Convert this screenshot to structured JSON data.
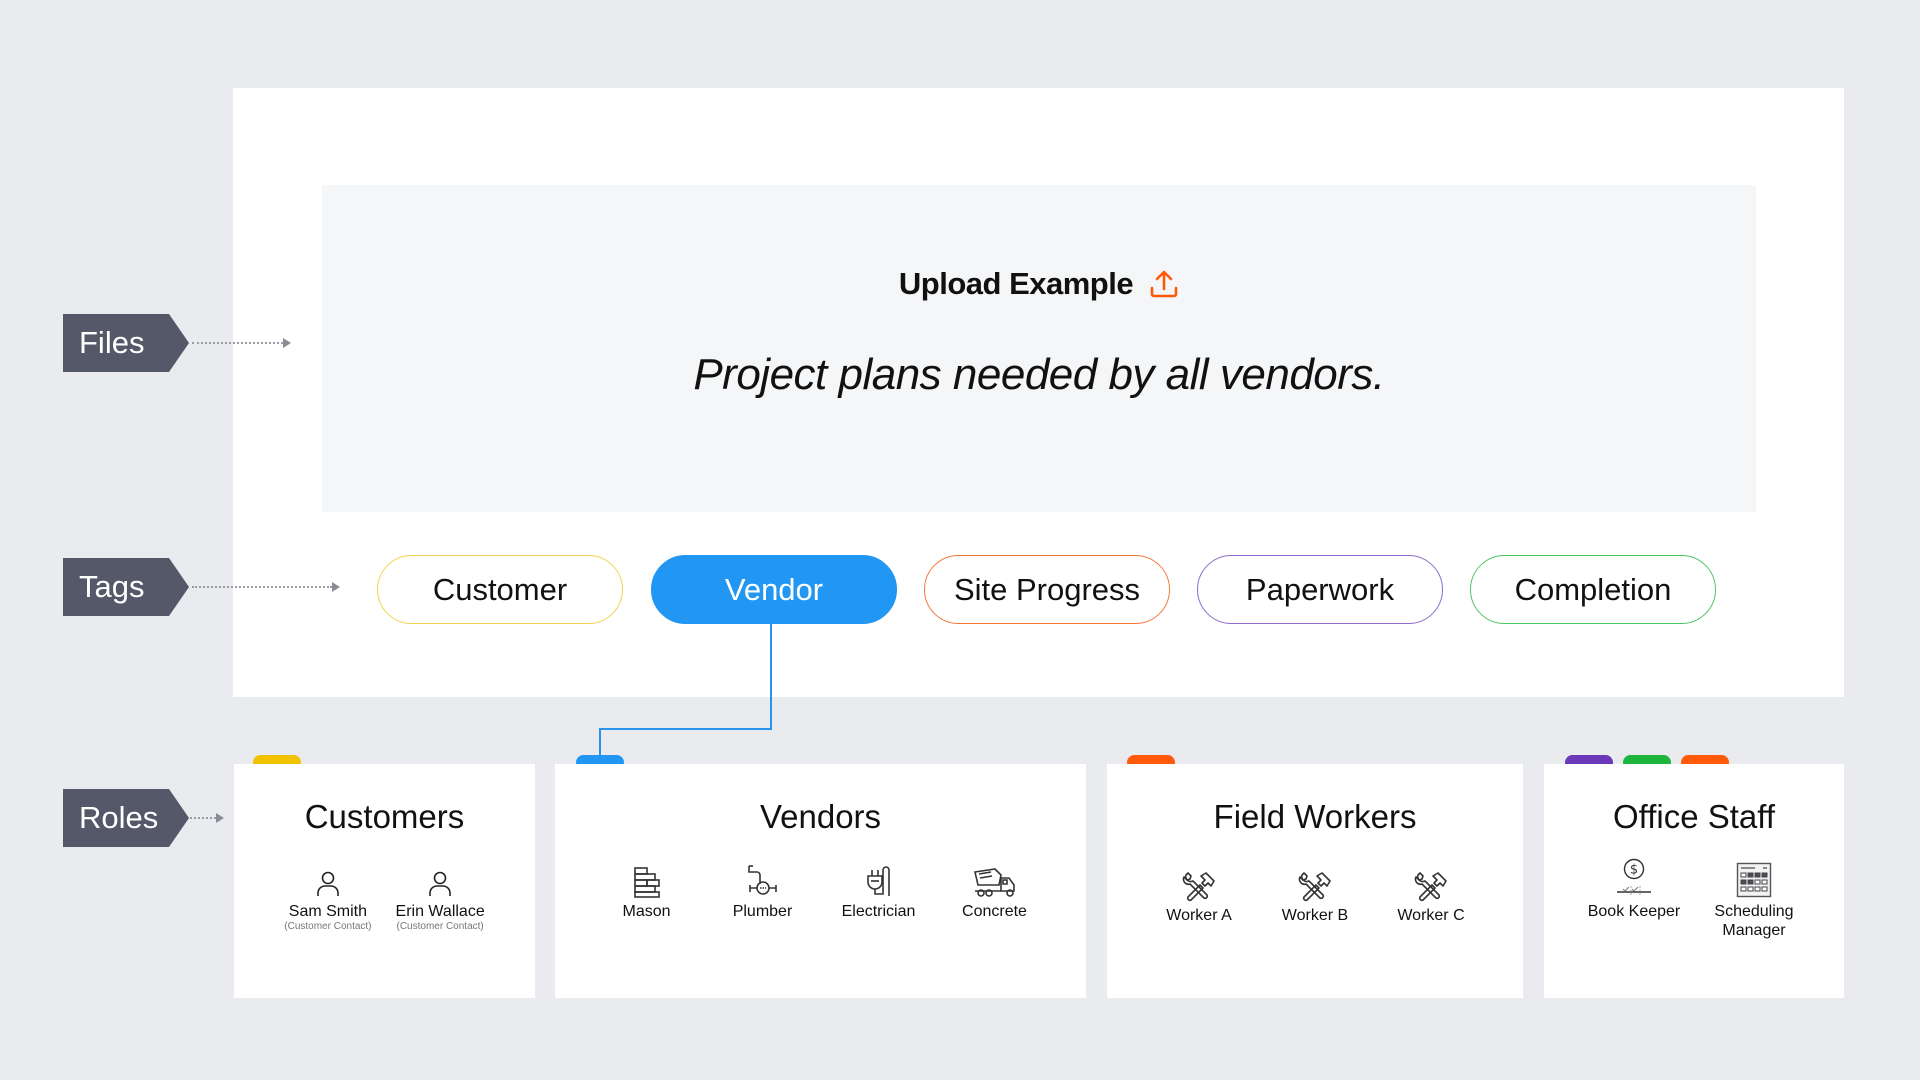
{
  "side_labels": {
    "files": "Files",
    "tags": "Tags",
    "roles": "Roles"
  },
  "upload": {
    "title": "Upload Example",
    "icon": "upload-icon",
    "description": "Project plans needed by all vendors."
  },
  "tags": [
    {
      "label": "Customer",
      "color": "#f2d34f",
      "active": false
    },
    {
      "label": "Vendor",
      "color": "#2196f3",
      "active": true
    },
    {
      "label": "Site Progress",
      "color": "#f5763a",
      "active": false
    },
    {
      "label": "Paperwork",
      "color": "#8e6bd1",
      "active": false
    },
    {
      "label": "Completion",
      "color": "#4fc463",
      "active": false
    }
  ],
  "roles": [
    {
      "title": "Customers",
      "chips": [
        "#f2c200"
      ],
      "items": [
        {
          "label": "Sam Smith",
          "sub": "(Customer Contact)",
          "icon": "person-icon"
        },
        {
          "label": "Erin Wallace",
          "sub": "(Customer Contact)",
          "icon": "person-icon"
        }
      ]
    },
    {
      "title": "Vendors",
      "chips": [
        "#2196f3"
      ],
      "items": [
        {
          "label": "Mason",
          "icon": "brick-wall-icon"
        },
        {
          "label": "Plumber",
          "icon": "pipe-meter-icon"
        },
        {
          "label": "Electrician",
          "icon": "plug-icon"
        },
        {
          "label": "Concrete",
          "icon": "cement-truck-icon"
        }
      ]
    },
    {
      "title": "Field Workers",
      "chips": [
        "#ff5a0a"
      ],
      "items": [
        {
          "label": "Worker A",
          "icon": "wrench-hammer-icon"
        },
        {
          "label": "Worker B",
          "icon": "wrench-hammer-icon"
        },
        {
          "label": "Worker C",
          "icon": "wrench-hammer-icon"
        }
      ]
    },
    {
      "title": "Office Staff",
      "chips": [
        "#6a3ab8",
        "#1db53c",
        "#ff5a0a"
      ],
      "items": [
        {
          "label": "Book Keeper",
          "icon": "dollar-coin-icon"
        },
        {
          "label": "Scheduling",
          "label2": "Manager",
          "icon": "calendar-icon"
        }
      ]
    }
  ],
  "colors": {
    "background": "#eaebef",
    "label_bg": "#545868",
    "accent_blue": "#2196f3",
    "upload_icon": "#ff5a0a"
  }
}
